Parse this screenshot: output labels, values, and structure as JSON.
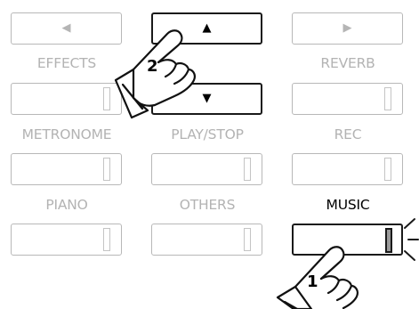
{
  "buttons": {
    "left": {
      "glyph": "◀"
    },
    "up": {
      "glyph": "▲"
    },
    "right": {
      "glyph": "▶"
    },
    "down": {
      "glyph": "▼"
    }
  },
  "labels": {
    "effects": "EFFECTS",
    "reverb": "REVERB",
    "metronome": "METRONOME",
    "play_stop": "PLAY/STOP",
    "rec": "REC",
    "piano": "PIANO",
    "others": "OTHERS",
    "music": "MUSIC"
  },
  "steps": {
    "one": "1",
    "two": "2"
  },
  "colors": {
    "inactive": "#b3b3b3",
    "active": "#000000",
    "led_lit": "#9a9a9a"
  },
  "icons": {
    "hand": "pointing-hand-icon",
    "led_rays": "led-glow-icon"
  }
}
